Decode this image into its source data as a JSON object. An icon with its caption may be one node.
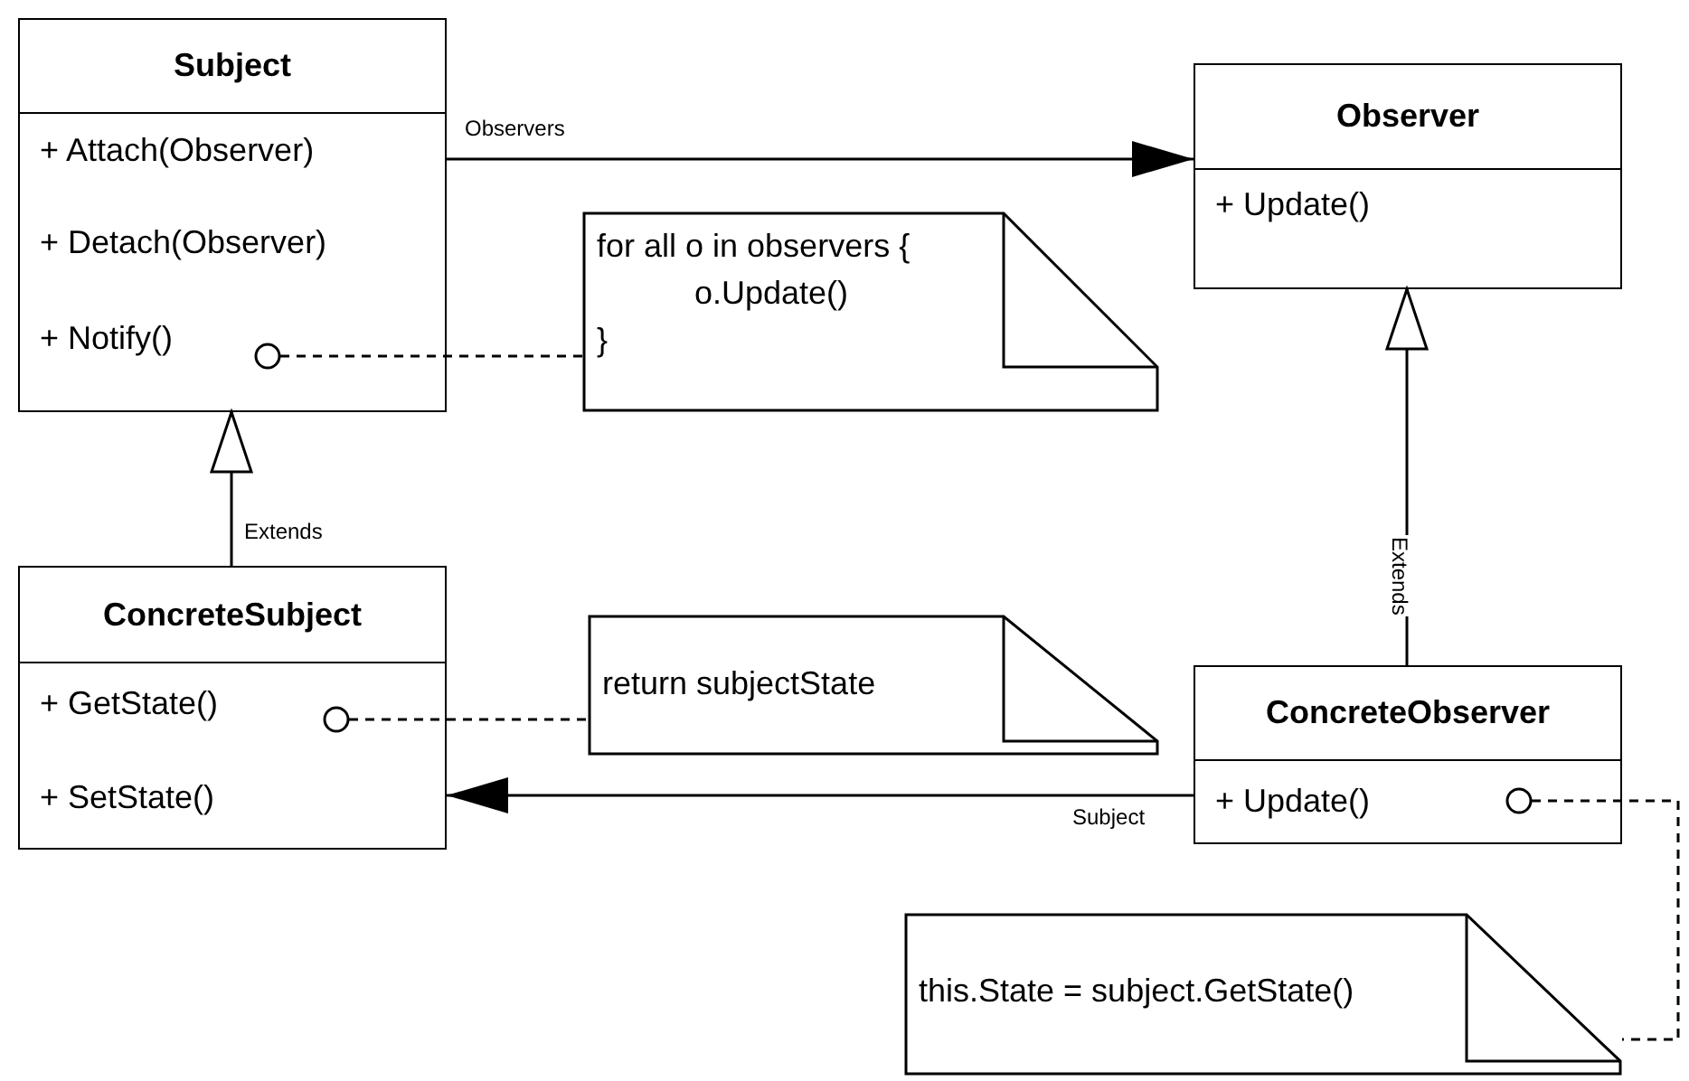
{
  "diagram": {
    "nodes": [
      {
        "text": [
          "Subject",
          "+ Attach(Observer)",
          "+ Detach(Observer)",
          "+ Notify()"
        ]
      },
      {
        "text": [
          "Observer",
          "+ Update()"
        ]
      },
      {
        "text": [
          "for all o in observers {",
          "o.Update()",
          "}"
        ]
      },
      {
        "text": [
          "ConcreteSubject",
          "+ GetState()",
          "+ SetState()"
        ]
      },
      {
        "text": [
          "return subjectState"
        ]
      },
      {
        "text": [
          "ConcreteObserver",
          "+ Update()"
        ]
      },
      {
        "text": [
          "this.State = subject.GetState()"
        ]
      }
    ],
    "edges": [
      {
        "from": 0,
        "to": 1,
        "arrow": "to",
        "label": "Observers"
      },
      {
        "from": 3,
        "to": 0,
        "arrow": "to",
        "label": "Extends"
      },
      {
        "from": 5,
        "to": 1,
        "arrow": "to",
        "label": "Extends"
      },
      {
        "from": 5,
        "to": 3,
        "arrow": "to",
        "label": "Subject"
      },
      {
        "from": 0,
        "to": 2,
        "arrow": "other",
        "style": "dashed"
      },
      {
        "from": 3,
        "to": 4,
        "arrow": "other",
        "style": "dashed"
      },
      {
        "from": 5,
        "to": 6,
        "arrow": "other",
        "style": "dashed"
      }
    ]
  }
}
